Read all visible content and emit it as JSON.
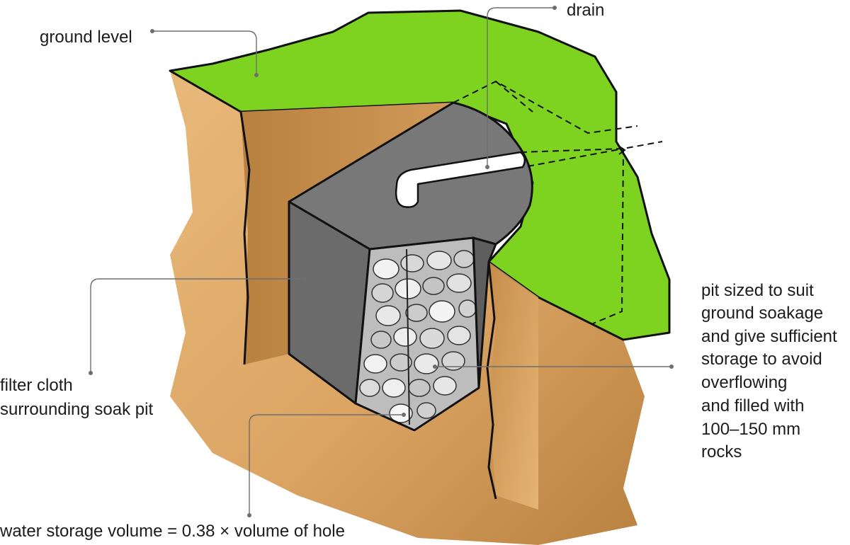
{
  "labels": {
    "ground_level": "ground level",
    "drain": "drain",
    "filter_cloth": [
      "filter cloth",
      "surrounding soak pit"
    ],
    "pit_sized": [
      "pit sized to suit",
      "ground soakage",
      "and give sufficient",
      "storage to avoid",
      "overflowing",
      "and filled with",
      "100–150 mm",
      "rocks"
    ],
    "water_storage": "water storage volume = 0.38 × volume of hole"
  },
  "colors": {
    "grass": "#7ed321",
    "soil_light": "#e8b97a",
    "soil_dark": "#c8914e",
    "filter_cloth": "#6b6b6b",
    "filter_cloth_top": "#787878",
    "rock_fill": "#c9c9c9",
    "rock_light": "#f2f2f2",
    "leader_line": "#6e6e6e",
    "text": "#1c1c1c"
  }
}
